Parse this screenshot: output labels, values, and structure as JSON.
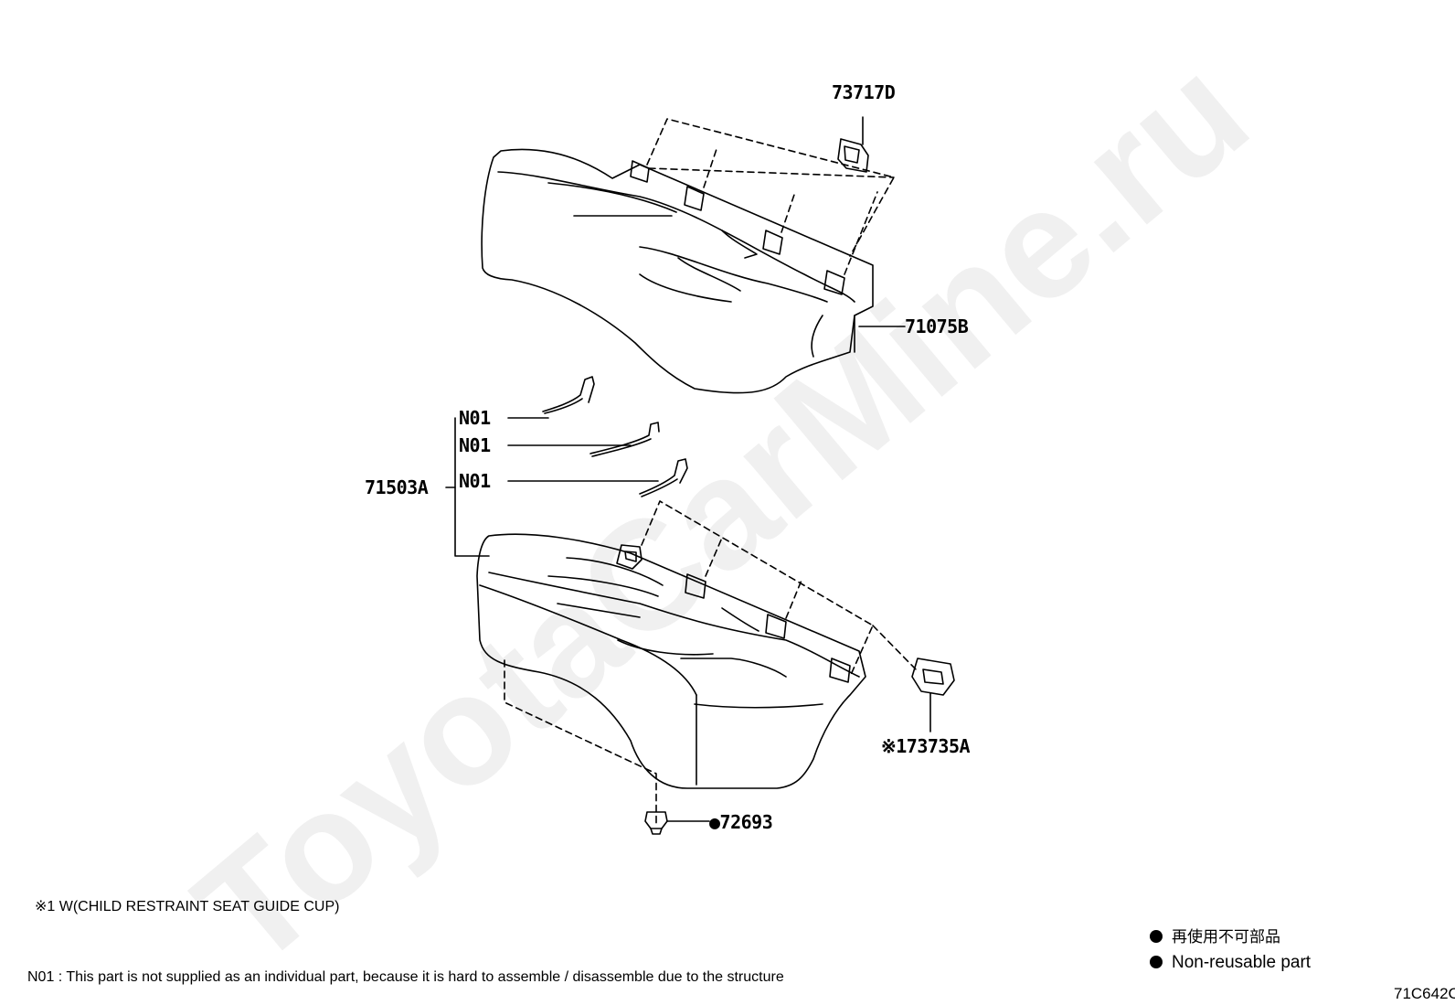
{
  "parts": {
    "guide_cup_upper": "73717D",
    "seatback_cover": "71075B",
    "cushion_pad": "71503A",
    "wire_1": "N01",
    "wire_2": "N01",
    "wire_3": "N01",
    "guide_cup_lower": "※173735A",
    "clip": "●72693"
  },
  "notes": {
    "footnote_1": "※1 W(CHILD RESTRAINT SEAT GUIDE CUP)",
    "footnote_n01": "N01 : This part is not supplied as an individual part, because it is hard to assemble / disassemble due to the structure"
  },
  "legend": {
    "jp": "再使用不可部品",
    "en": "Non-reusable part"
  },
  "figure_id": "71C642C",
  "watermark": "ToyotaCarMine.ru"
}
